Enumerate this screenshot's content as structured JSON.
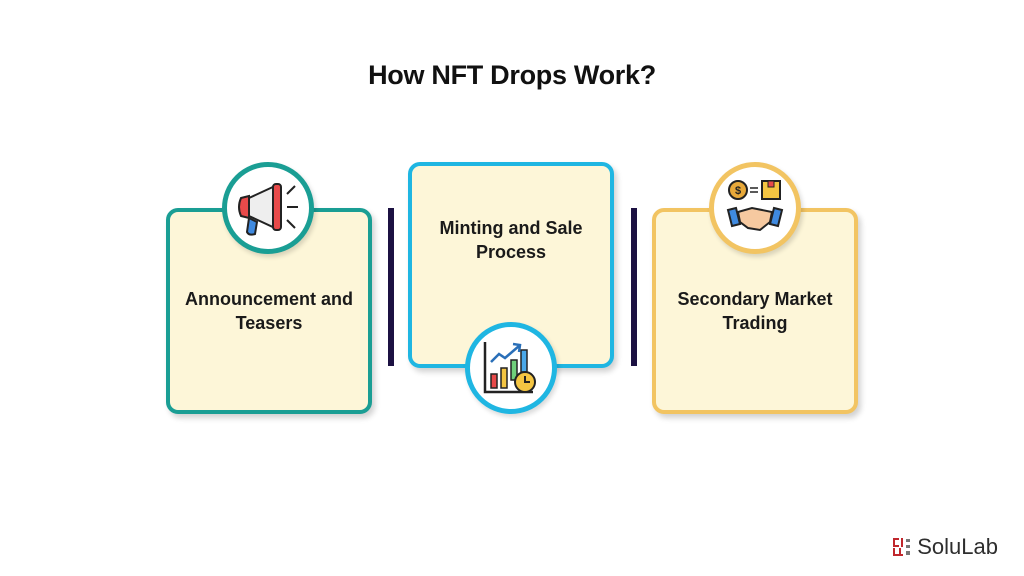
{
  "title": "How NFT Drops Work?",
  "steps": [
    {
      "label_line1": "Announcement and",
      "label_line2": "Teasers",
      "icon": "megaphone-icon",
      "border_color": "#1a9e94"
    },
    {
      "label_line1": "Minting and Sale",
      "label_line2": "Process",
      "icon": "growth-chart-clock-icon",
      "border_color": "#1fb6e2"
    },
    {
      "label_line1": "Secondary Market",
      "label_line2": "Trading",
      "icon": "handshake-exchange-icon",
      "border_color": "#f2c462"
    }
  ],
  "divider_color": "#1c1142",
  "card_background": "#fdf6d8",
  "brand": {
    "name": "SoluLab",
    "logo_color": "#c0272d"
  }
}
